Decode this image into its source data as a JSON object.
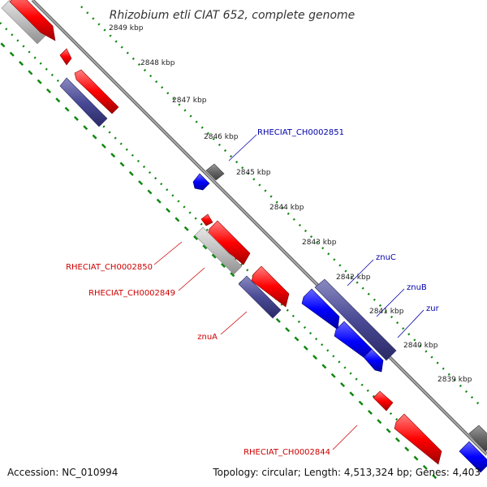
{
  "title": "Rhizobium etli CIAT 652, complete genome",
  "footer": {
    "accession": "Accession: NC_010994",
    "topology": "Topology: circular; Length: 4,513,324 bp; Genes: 4,403"
  },
  "colors": {
    "forward_gene": "#ff0000",
    "reverse_gene": "#0000ff",
    "indigo_gene": "#4a4a96",
    "light_gray_gene": "#c0c0c0",
    "dark_gray_gene": "#666666",
    "axis_line": "#7a7a7a",
    "tick_dots": "#118811",
    "label_red": "#cc0000",
    "label_blue": "#0000aa"
  },
  "scale_labels": [
    "2849 kbp",
    "2848 kbp",
    "2847 kbp",
    "2846 kbp",
    "2845 kbp",
    "2844 kbp",
    "2843 kbp",
    "2842 kbp",
    "2841 kbp",
    "2840 kbp",
    "2839 kbp"
  ],
  "gene_labels": [
    {
      "text": "RHECIAT_CH0002851",
      "color": "blue"
    },
    {
      "text": "RHECIAT_CH0002850",
      "color": "red"
    },
    {
      "text": "RHECIAT_CH0002849",
      "color": "red"
    },
    {
      "text": "znuA",
      "color": "red"
    },
    {
      "text": "znuC",
      "color": "blue"
    },
    {
      "text": "znuB",
      "color": "blue"
    },
    {
      "text": "zur",
      "color": "blue"
    },
    {
      "text": "RHECIAT_CH0002844",
      "color": "red"
    }
  ]
}
